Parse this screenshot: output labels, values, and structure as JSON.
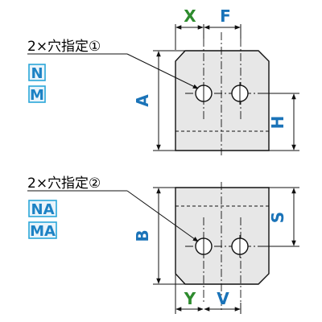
{
  "top": {
    "hole_label": "2×穴指定①",
    "codes": [
      "N",
      "M"
    ],
    "dims": {
      "x": "X",
      "f": "F",
      "a": "A",
      "h": "H"
    }
  },
  "bottom": {
    "hole_label": "2×穴指定②",
    "codes": [
      "NA",
      "MA"
    ],
    "dims": {
      "b": "B",
      "s": "S",
      "y": "Y",
      "v": "V"
    }
  },
  "colors": {
    "dim_green": "#2e8b2e",
    "dim_blue": "#1a73b8",
    "code_blue": "#1d82c4",
    "body_fill": "#e7e7e7"
  }
}
